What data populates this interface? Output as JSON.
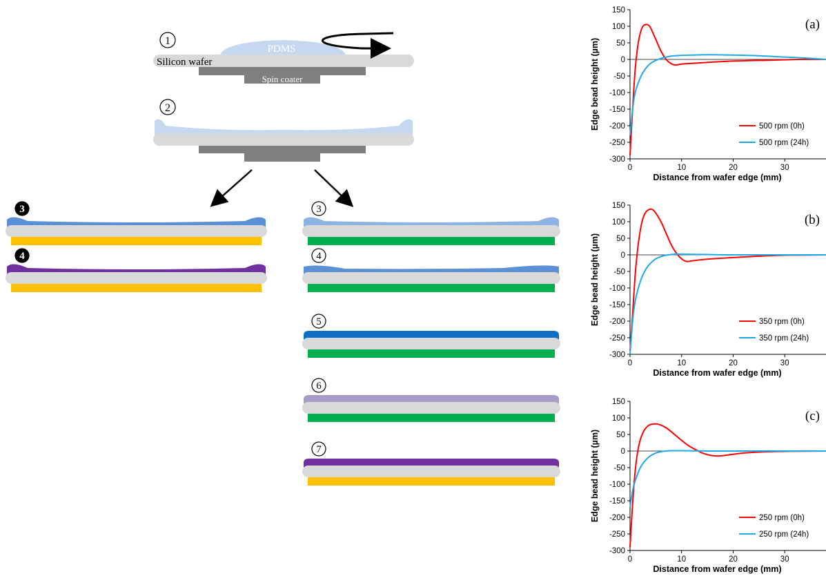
{
  "colors": {
    "wafer": "#d9d9d9",
    "pdms_light": "#c6d8f0",
    "film_blue_light": "#8db3e2",
    "film_blue": "#5b8fd6",
    "film_blue_dark": "#0f6fc6",
    "film_lavender": "#a99bc9",
    "film_purple": "#7030a0",
    "hotplate_yellow": "#ffc000",
    "hotplate_green": "#00b050",
    "chuck_gray": "#7f7f7f",
    "arrow": "#000000",
    "series_0h": "#ff0000",
    "series_24h": "#1fa8e8"
  },
  "diagram": {
    "step_labels": [
      "1",
      "2",
      "3",
      "4",
      "5",
      "6",
      "7"
    ],
    "left_labels": [
      "3",
      "4"
    ],
    "pdms_label": "PDMS",
    "wafer_label": "Silicon wafer",
    "spin_coater_label": "Spin coater",
    "left_films": [
      "film_blue",
      "film_purple"
    ],
    "right_films": [
      "film_blue_light",
      "film_blue",
      "film_blue_dark",
      "film_lavender",
      "film_purple"
    ],
    "right_plates": [
      "hotplate_green",
      "hotplate_green",
      "hotplate_green",
      "hotplate_green",
      "hotplate_yellow"
    ]
  },
  "chart_data": [
    {
      "type": "line",
      "panel_label": "(a)",
      "xlabel": "Distance from wafer edge (mm)",
      "ylabel": "Edge bead height (µm)",
      "xlim": [
        0,
        38
      ],
      "ylim": [
        -300,
        150
      ],
      "xticks": [
        0,
        10,
        20,
        30
      ],
      "yticks": [
        150,
        100,
        50,
        0,
        -50,
        -100,
        -150,
        -200,
        -250,
        -300
      ],
      "legend_position": "bottom-right",
      "series": [
        {
          "name": "500 rpm (0h)",
          "color": "#ff0000",
          "x": [
            0,
            0.5,
            1,
            1.5,
            2,
            2.5,
            3,
            3.5,
            4,
            5,
            6,
            7,
            8,
            9,
            10,
            14,
            20,
            28,
            33,
            38
          ],
          "y": [
            -290,
            -150,
            -30,
            40,
            80,
            100,
            105,
            104,
            95,
            60,
            25,
            0,
            -13,
            -17,
            -14,
            -10,
            -5,
            -2,
            0,
            0
          ]
        },
        {
          "name": "500 rpm (24h)",
          "color": "#1fa8e8",
          "x": [
            0,
            0.5,
            1,
            2,
            3,
            4,
            5,
            6,
            7,
            8,
            10,
            15,
            20,
            25,
            30,
            33,
            38
          ],
          "y": [
            -230,
            -150,
            -100,
            -55,
            -28,
            -12,
            -3,
            3,
            7,
            10,
            12,
            14,
            13,
            11,
            7,
            5,
            0
          ]
        }
      ]
    },
    {
      "type": "line",
      "panel_label": "(b)",
      "xlabel": "Distance from wafer edge (mm)",
      "ylabel": "Edge bead height (µm)",
      "xlim": [
        0,
        38
      ],
      "ylim": [
        -300,
        150
      ],
      "xticks": [
        0,
        10,
        20,
        30
      ],
      "yticks": [
        150,
        100,
        50,
        0,
        -50,
        -100,
        -150,
        -200,
        -250,
        -300
      ],
      "legend_position": "bottom-right",
      "series": [
        {
          "name": "350 rpm (0h)",
          "color": "#ff0000",
          "x": [
            0,
            0.5,
            1,
            1.5,
            2,
            2.5,
            3,
            3.5,
            4,
            4.5,
            5,
            6,
            7,
            8,
            9,
            10,
            11,
            12,
            15,
            20,
            25,
            30,
            38
          ],
          "y": [
            -290,
            -180,
            -60,
            20,
            75,
            110,
            128,
            135,
            138,
            135,
            126,
            100,
            65,
            30,
            5,
            -12,
            -20,
            -18,
            -13,
            -8,
            -4,
            -1,
            0
          ]
        },
        {
          "name": "350 rpm (24h)",
          "color": "#1fa8e8",
          "x": [
            0,
            0.5,
            1,
            2,
            3,
            4,
            5,
            6,
            7,
            8,
            9,
            10,
            15,
            20,
            30,
            38
          ],
          "y": [
            -300,
            -200,
            -140,
            -80,
            -45,
            -25,
            -12,
            -5,
            -1,
            1,
            2,
            2,
            1,
            0,
            0,
            0
          ]
        }
      ]
    },
    {
      "type": "line",
      "panel_label": "(c)",
      "xlabel": "Distance from wafer edge (mm)",
      "ylabel": "Edge bead height (µm)",
      "xlim": [
        0,
        38
      ],
      "ylim": [
        -300,
        150
      ],
      "xticks": [
        0,
        10,
        20,
        30
      ],
      "yticks": [
        150,
        100,
        50,
        0,
        -50,
        -100,
        -150,
        -200,
        -250,
        -300
      ],
      "legend_position": "bottom-right",
      "series": [
        {
          "name": "250 rpm (0h)",
          "color": "#ff0000",
          "x": [
            0,
            0.5,
            1,
            1.5,
            2,
            2.5,
            3,
            3.5,
            4,
            5,
            6,
            7,
            8,
            9,
            10,
            11,
            12,
            13,
            14,
            15,
            16,
            17,
            18,
            20,
            22,
            25,
            30,
            38
          ],
          "y": [
            -290,
            -160,
            -60,
            0,
            35,
            55,
            68,
            76,
            80,
            82,
            78,
            70,
            58,
            45,
            32,
            20,
            10,
            2,
            -6,
            -11,
            -14,
            -15,
            -14,
            -10,
            -6,
            -3,
            -1,
            0
          ]
        },
        {
          "name": "250 rpm (24h)",
          "color": "#1fa8e8",
          "x": [
            0,
            0.5,
            1,
            2,
            3,
            4,
            5,
            6,
            7,
            8,
            10,
            15,
            20,
            30,
            38
          ],
          "y": [
            -170,
            -120,
            -90,
            -50,
            -28,
            -14,
            -6,
            -2,
            0,
            1,
            1,
            0,
            0,
            0,
            0
          ]
        }
      ]
    }
  ]
}
